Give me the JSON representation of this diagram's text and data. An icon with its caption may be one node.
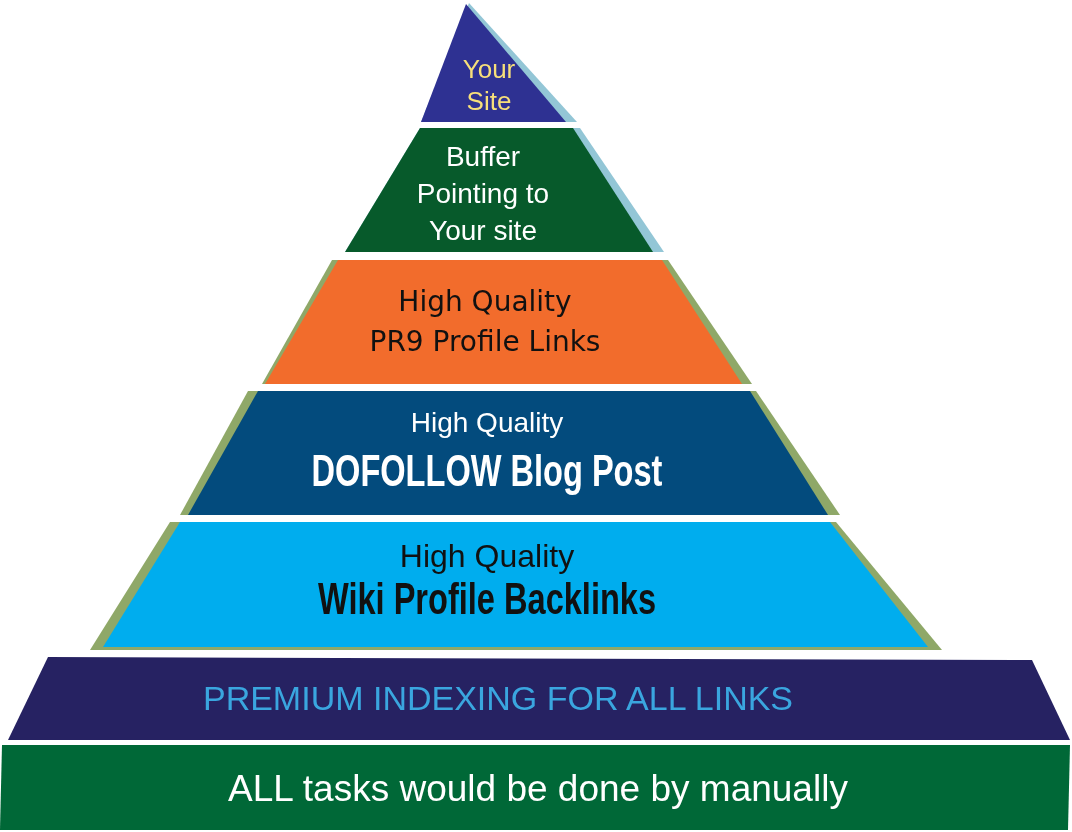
{
  "diagram": {
    "nodes": [
      {
        "text": [
          "Your Site"
        ]
      },
      {
        "text": [
          "Buffer Pointing to Your site"
        ]
      },
      {
        "text": [
          "High Quality PR9 Profile Links"
        ]
      },
      {
        "text": [
          "High Quality",
          "DOFOLLOW Blog Post"
        ]
      },
      {
        "text": [
          "High Quality",
          "Wiki Profile Backlinks"
        ]
      },
      {
        "text": [
          "PREMIUM INDEXING FOR ALL LINKS"
        ]
      },
      {
        "text": [
          "ALL tasks would be done by manually"
        ]
      }
    ]
  }
}
